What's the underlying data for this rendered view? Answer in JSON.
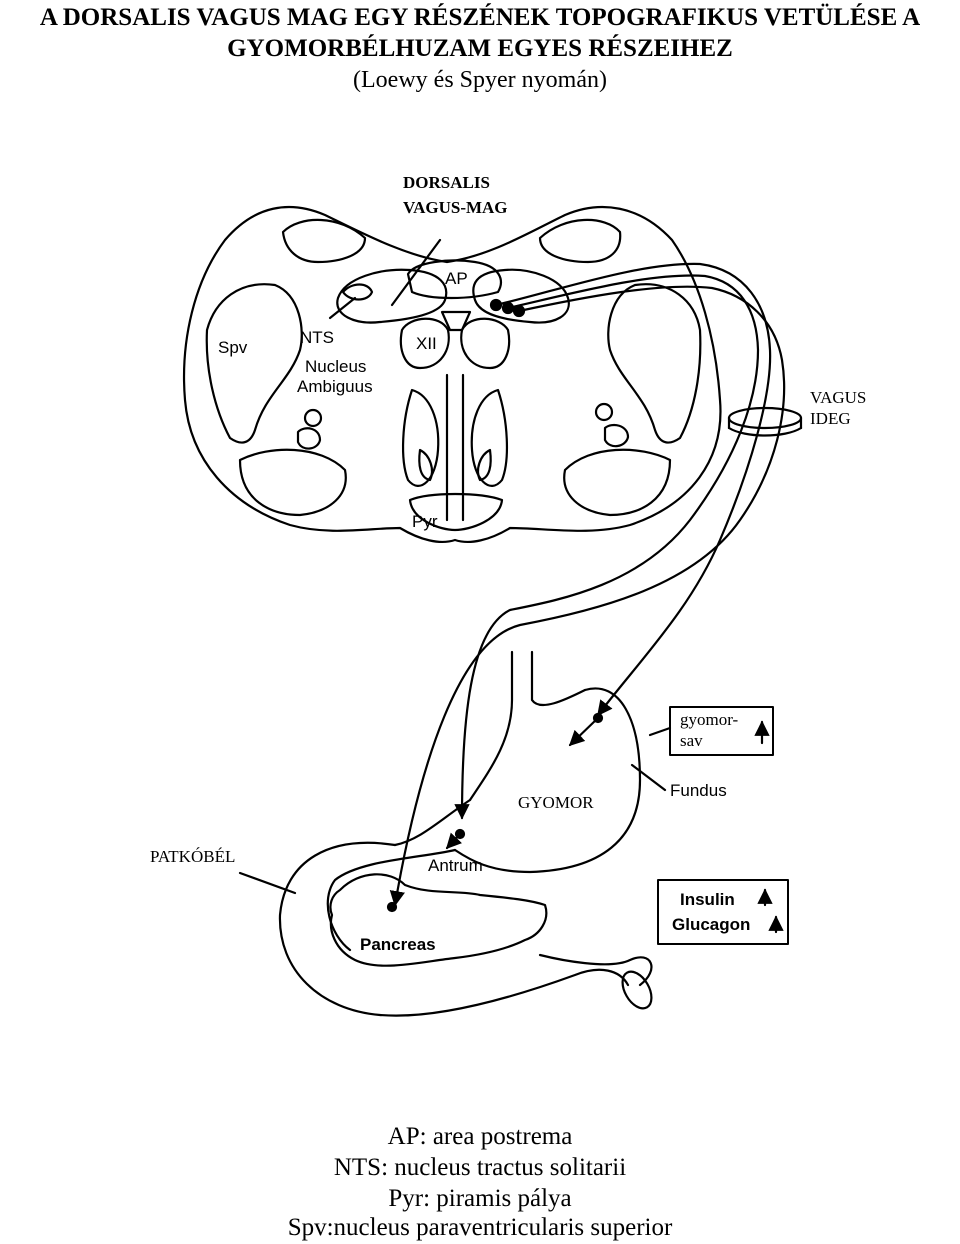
{
  "title": {
    "line1": "A DORSALIS VAGUS MAG EGY RÉSZÉNEK TOPOGRAFIKUS VETÜLÉSE A",
    "line2": "GYOMORBÉLHUZAM EGYES RÉSZEIHEZ",
    "subtitle": "(Loewy és Spyer nyomán)"
  },
  "labels": {
    "dorsalis": "DORSALIS",
    "vagus_mag": "VAGUS-MAG",
    "ap": "AP",
    "nts": "NTS",
    "xii": "XII",
    "spv": "Spv",
    "nucleus": "Nucleus",
    "ambiguus": "Ambiguus",
    "pyr": "Pyr",
    "vagus": "VAGUS",
    "ideg": "IDEG",
    "gyomor_sav_1": "gyomor-",
    "gyomor_sav_2": "sav",
    "fundus": "Fundus",
    "gyomor": "GYOMOR",
    "patkobel": "PATKÓBÉL",
    "antrum": "Antrum",
    "pancreas": "Pancreas",
    "insulin": "Insulin",
    "glucagon": "Glucagon"
  },
  "legend": [
    "AP: area postrema",
    "NTS: nucleus tractus solitarii",
    "Pyr: piramis pálya",
    "Spv:nucleus paraventricularis superior"
  ]
}
